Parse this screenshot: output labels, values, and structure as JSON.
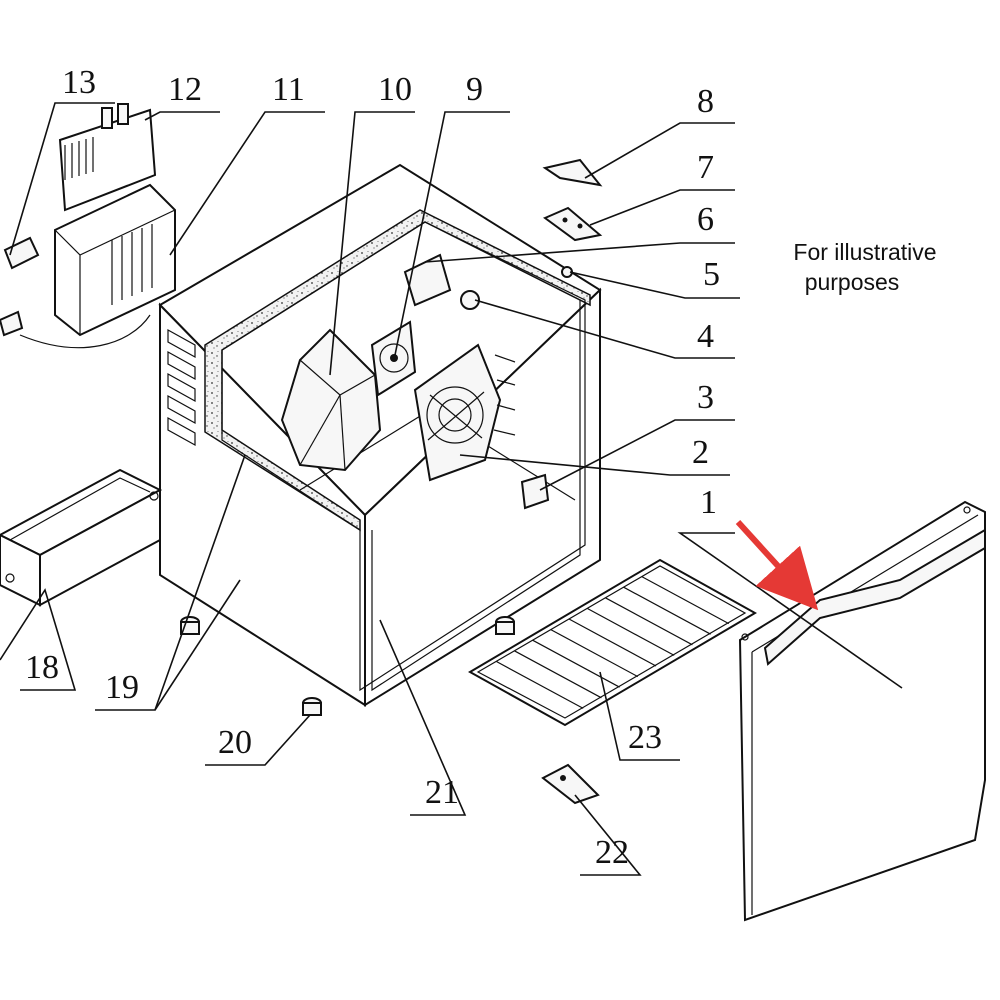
{
  "callouts": {
    "c1": "1",
    "c2": "2",
    "c3": "3",
    "c4": "4",
    "c5": "5",
    "c6": "6",
    "c7": "7",
    "c8": "8",
    "c9": "9",
    "c10": "10",
    "c11": "11",
    "c12": "12",
    "c13": "13",
    "c18": "18",
    "c19": "19",
    "c20": "20",
    "c21": "21",
    "c22": "22",
    "c23": "23"
  },
  "note": {
    "line1": "For illustrative",
    "line2": "purposes"
  },
  "colors": {
    "ink": "#111111",
    "insulation": "#d9d9d9",
    "highlight_arrow": "#e53935"
  }
}
